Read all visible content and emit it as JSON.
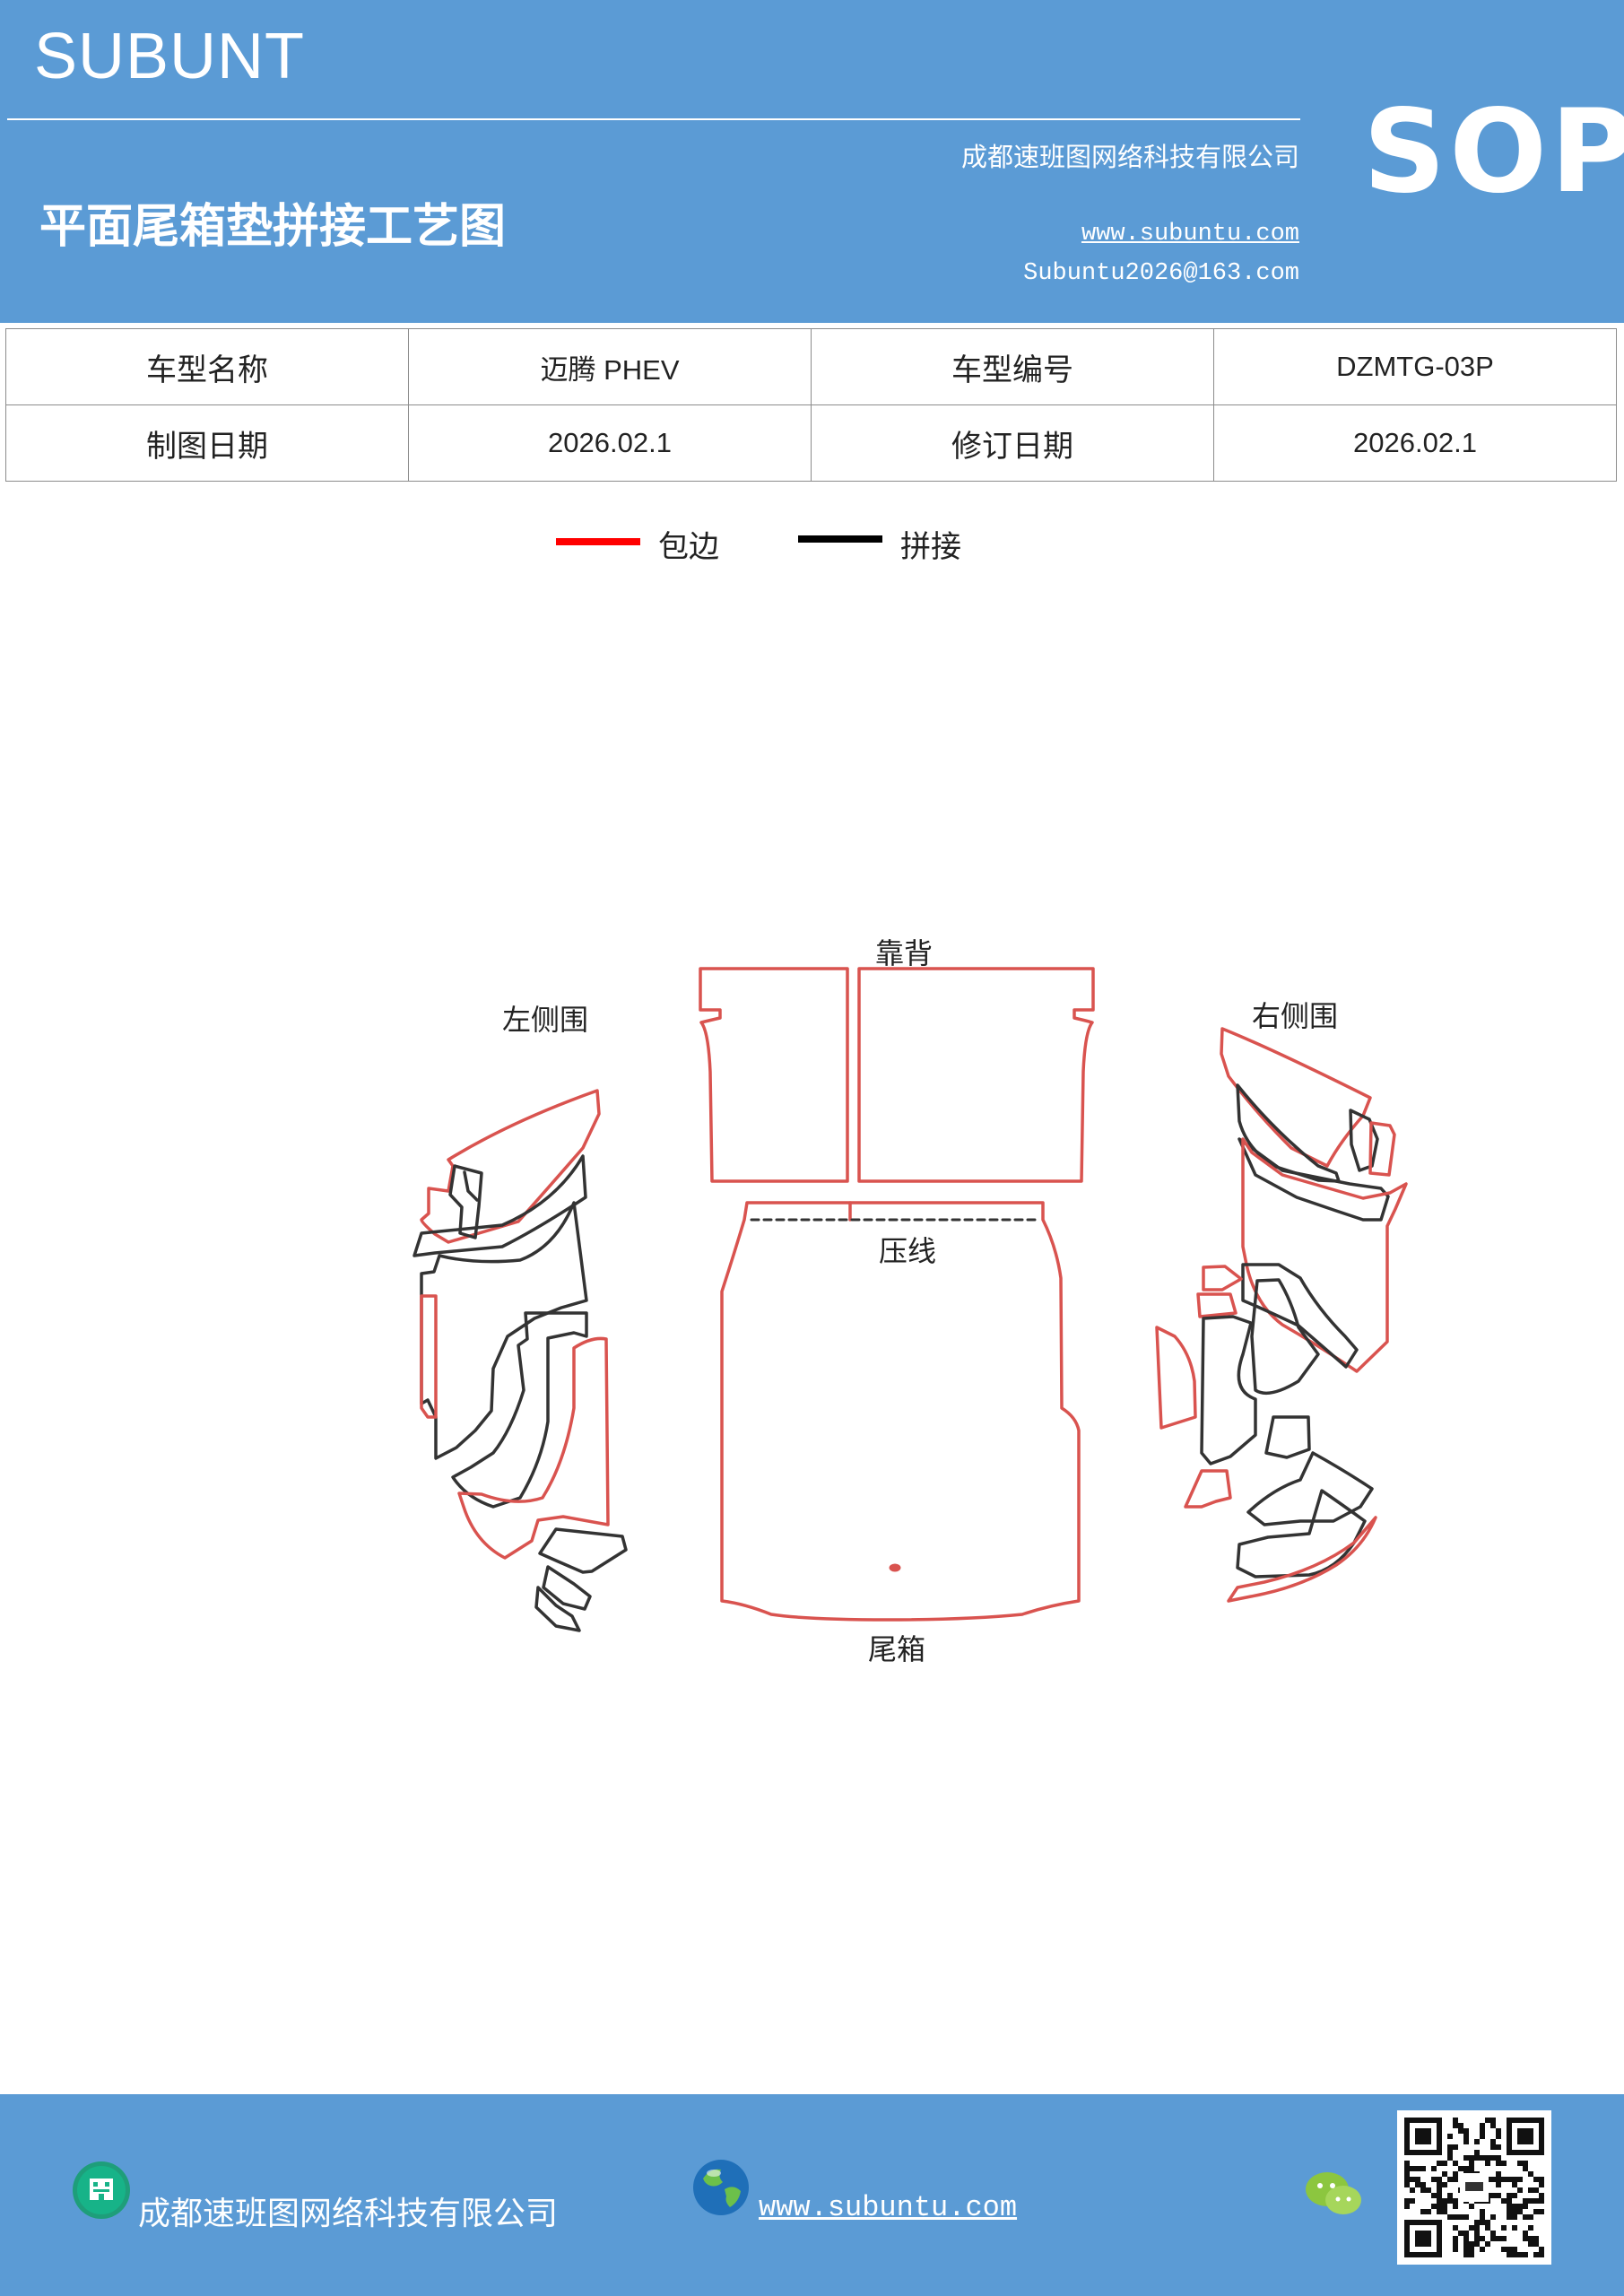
{
  "header": {
    "brand": "SUBUNT",
    "title": "平面尾箱垫拼接工艺图",
    "company": "成都速班图网络科技有限公司",
    "website": "www.subuntu.com",
    "email": "Subuntu2026@163.com",
    "badge": "SOP",
    "background_color": "#5b9bd5"
  },
  "info_table": {
    "model_name_label": "车型名称",
    "model_name_value": "迈腾  PHEV",
    "model_code_label": "车型编号",
    "model_code_value": "DZMTG-03P",
    "draw_date_label": "制图日期",
    "draw_date_value": "2026.02.1",
    "revise_date_label": "修订日期",
    "revise_date_value": "2026.02.1"
  },
  "legend": {
    "items": [
      {
        "label": "包边",
        "color": "#ff0000"
      },
      {
        "label": "拼接",
        "color": "#000000"
      }
    ]
  },
  "diagram": {
    "labels": {
      "backrest": "靠背",
      "left_side": "左侧围",
      "right_side": "右侧围",
      "crease": "压线",
      "trunk": "尾箱"
    },
    "edge_color": "#d9534f",
    "seam_color": "#333333"
  },
  "footer": {
    "company": "成都速班图网络科技有限公司",
    "website": "www.subuntu.com",
    "icons": [
      "building-icon",
      "globe-icon",
      "wechat-icon",
      "qr-code"
    ]
  }
}
